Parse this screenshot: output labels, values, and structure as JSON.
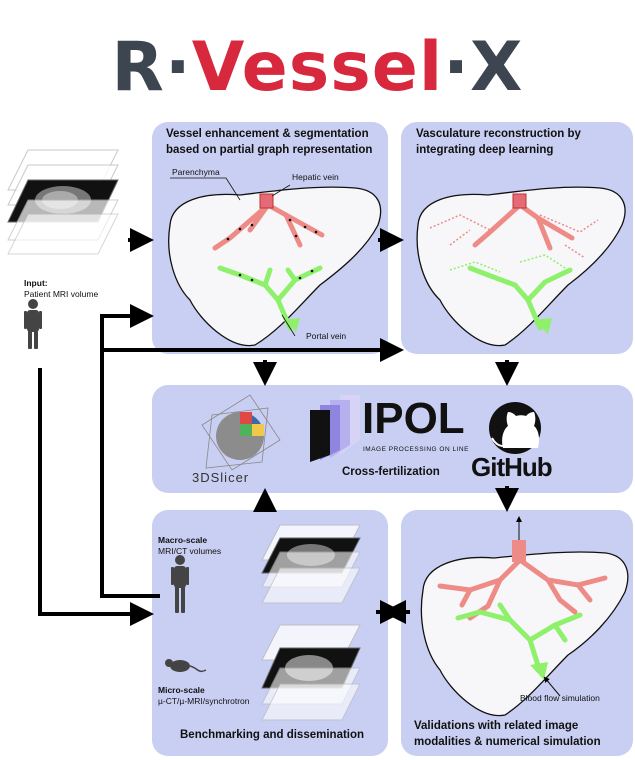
{
  "header": {
    "title_parts": [
      "R",
      "Vessel",
      "X"
    ],
    "colors": {
      "r_x": "#3d4650",
      "vessel": "#d8283e"
    }
  },
  "input": {
    "label": "Input:",
    "sublabel": "Patient MRI volume"
  },
  "panels": {
    "segmentation": {
      "title_line1": "Vessel enhancement & segmentation",
      "title_line2": "based on partial graph representation",
      "parenchyma_label": "Parenchyma",
      "hepatic_label": "Hepatic vein",
      "portal_label": "Portal vein"
    },
    "reconstruction": {
      "title_line1": "Vasculature reconstruction by",
      "title_line2": "integrating deep learning"
    },
    "cross": {
      "slicer_label": "3DSlicer",
      "ipol_label": "IPOL",
      "ipol_sub": "IMAGE PROCESSING ON LINE",
      "github_label": "GitHub",
      "caption": "Cross-fertilization"
    },
    "benchmark": {
      "macro_label": "Macro-scale",
      "macro_sub": "MRI/CT volumes",
      "micro_label": "Micro-scale",
      "micro_sub": "µ-CT/µ-MRI/synchrotron",
      "caption": "Benchmarking and dissemination"
    },
    "validation": {
      "blood_flow_label": "Blood flow simulation",
      "caption_line1": "Validations with related image",
      "caption_line2": "modalities & numerical simulation"
    }
  },
  "colors": {
    "panel_bg": "#c9cff2",
    "hepatic": "#ee8b86",
    "portal": "#8ef06b",
    "liver_fill": "#f7f7f9",
    "arrow": "#000000"
  }
}
